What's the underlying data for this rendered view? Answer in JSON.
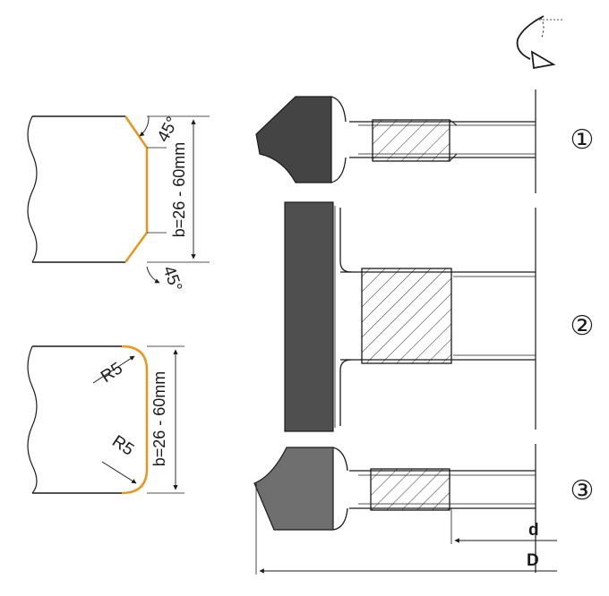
{
  "profiles": {
    "chamfer": {
      "angle_top": "45°",
      "angle_bottom": "45°",
      "height_label": "b=26 - 60mm"
    },
    "radius": {
      "radius_top": "R5",
      "radius_bottom": "R5",
      "height_label": "b=26 - 60mm"
    }
  },
  "tools": {
    "marker_1": "①",
    "marker_2": "②",
    "marker_3": "③"
  },
  "dimensions": {
    "small_diameter": "d",
    "large_diameter": "D"
  },
  "colors": {
    "profile_edge": "#e8961e",
    "cutter_dark": "#444444",
    "cutter_medium": "#4f4f4f",
    "cutter_light": "#6f6f6f",
    "line": "#1a1a1a"
  }
}
